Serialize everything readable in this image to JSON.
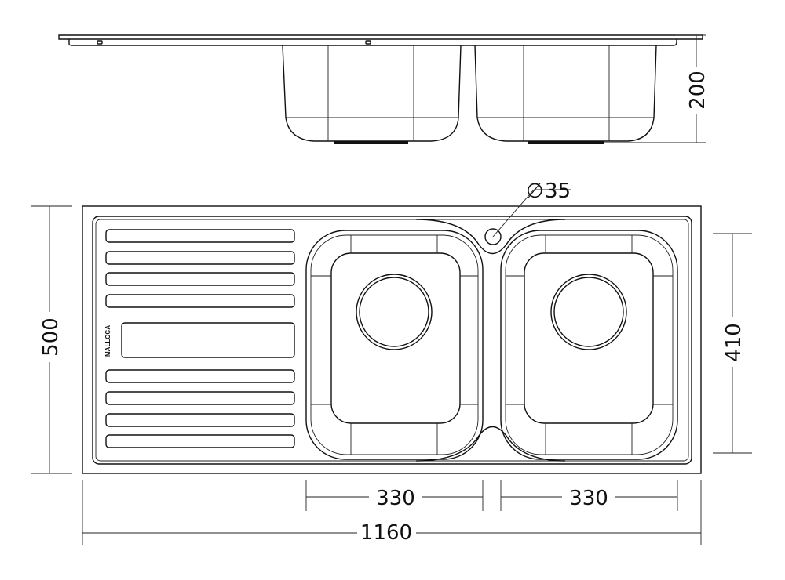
{
  "drawing": {
    "brand": "MALLOCA",
    "dimensions": {
      "depth": "200",
      "width": "500",
      "bowl_depth_plan": "410",
      "bowl1_length": "330",
      "bowl2_length": "330",
      "total_length": "1160",
      "tap_hole_diameter": "35",
      "diameter_symbol": "∅"
    }
  }
}
